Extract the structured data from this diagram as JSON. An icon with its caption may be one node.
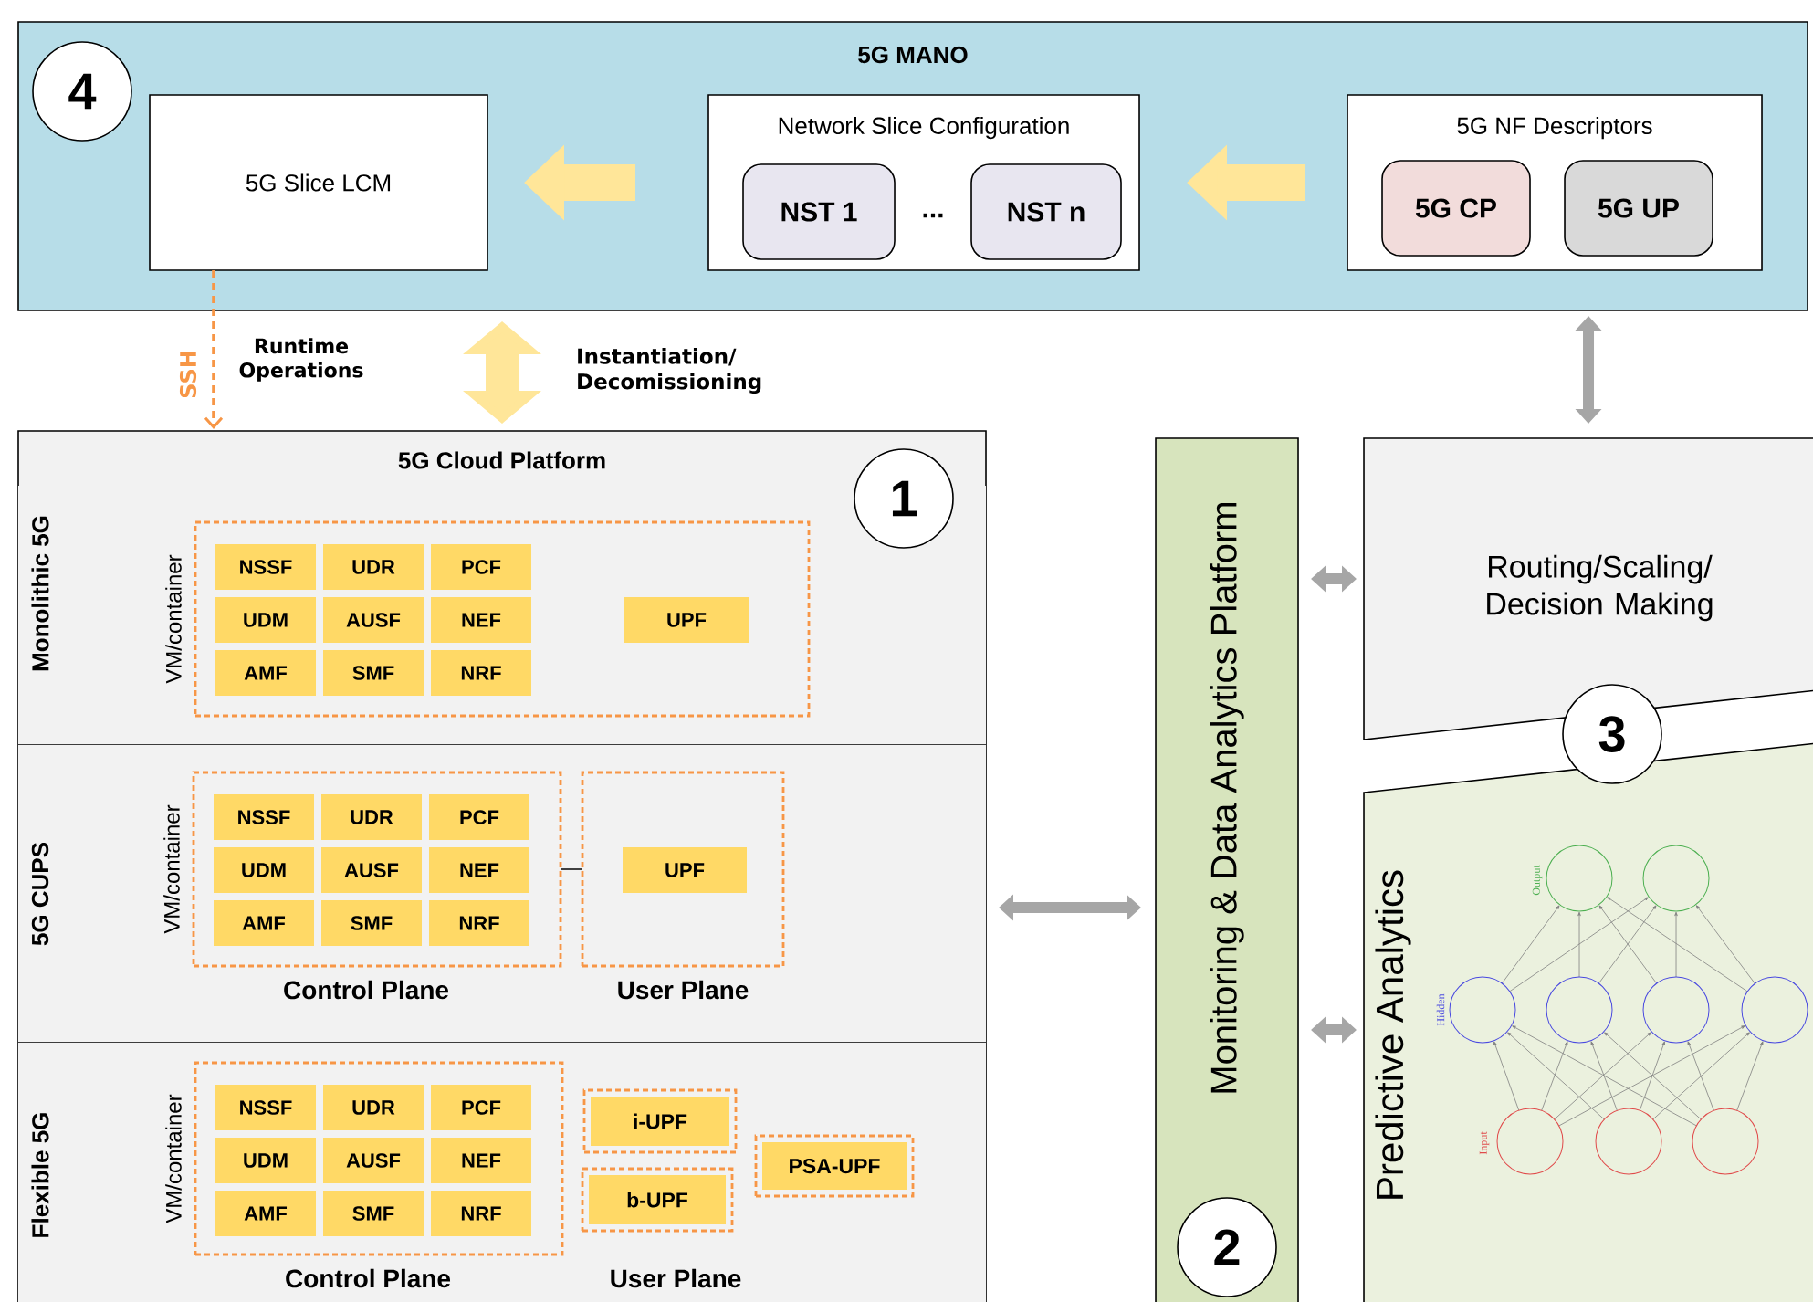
{
  "diagram": {
    "nodes": [
      {
        "text": [
          "5G MANO"
        ]
      },
      {
        "text": [
          "5G Slice LCM"
        ],
        "in": 0
      },
      {
        "text": [
          "Network Slice Configuration"
        ],
        "in": 0
      },
      {
        "text": [
          "NST 1"
        ],
        "in": 2
      },
      {
        "text": [
          "NST n"
        ],
        "in": 2
      },
      {
        "text": [
          "5G NF Descriptors"
        ],
        "in": 0
      },
      {
        "text": [
          "5G CP"
        ],
        "in": 5
      },
      {
        "text": [
          "5G UP"
        ],
        "in": 5
      },
      {
        "text": [
          "5G Cloud Platform"
        ]
      },
      {
        "text": [
          "Monolithic 5G"
        ],
        "in": 8
      },
      {
        "text": [
          "VM/container"
        ],
        "in": 9
      },
      {
        "text": [
          "NSSF"
        ],
        "in": 10
      },
      {
        "text": [
          "UDR"
        ],
        "in": 10
      },
      {
        "text": [
          "PCF"
        ],
        "in": 10
      },
      {
        "text": [
          "UDM"
        ],
        "in": 10
      },
      {
        "text": [
          "AUSF"
        ],
        "in": 10
      },
      {
        "text": [
          "NEF"
        ],
        "in": 10
      },
      {
        "text": [
          "AMF"
        ],
        "in": 10
      },
      {
        "text": [
          "SMF"
        ],
        "in": 10
      },
      {
        "text": [
          "NRF"
        ],
        "in": 10
      },
      {
        "text": [
          "UPF"
        ],
        "in": 10
      },
      {
        "text": [
          "5G CUPS"
        ],
        "in": 8
      },
      {
        "text": [
          "VM/container",
          "Control Plane"
        ],
        "in": 21
      },
      {
        "text": [
          "NSSF"
        ],
        "in": 22
      },
      {
        "text": [
          "UDR"
        ],
        "in": 22
      },
      {
        "text": [
          "PCF"
        ],
        "in": 22
      },
      {
        "text": [
          "UDM"
        ],
        "in": 22
      },
      {
        "text": [
          "AUSF"
        ],
        "in": 22
      },
      {
        "text": [
          "NEF"
        ],
        "in": 22
      },
      {
        "text": [
          "AMF"
        ],
        "in": 22
      },
      {
        "text": [
          "SMF"
        ],
        "in": 22
      },
      {
        "text": [
          "NRF"
        ],
        "in": 22
      },
      {
        "text": [
          "User Plane"
        ],
        "in": 21
      },
      {
        "text": [
          "UPF"
        ],
        "in": 32
      },
      {
        "text": [
          "Flexible 5G"
        ],
        "in": 8
      },
      {
        "text": [
          "VM/container",
          "Control Plane"
        ],
        "in": 34
      },
      {
        "text": [
          "NSSF"
        ],
        "in": 35
      },
      {
        "text": [
          "UDR"
        ],
        "in": 35
      },
      {
        "text": [
          "PCF"
        ],
        "in": 35
      },
      {
        "text": [
          "UDM"
        ],
        "in": 35
      },
      {
        "text": [
          "AUSF"
        ],
        "in": 35
      },
      {
        "text": [
          "NEF"
        ],
        "in": 35
      },
      {
        "text": [
          "AMF"
        ],
        "in": 35
      },
      {
        "text": [
          "SMF"
        ],
        "in": 35
      },
      {
        "text": [
          "NRF"
        ],
        "in": 35
      },
      {
        "text": [
          "i-UPF"
        ],
        "in": 34
      },
      {
        "text": [
          "b-UPF"
        ],
        "in": 34
      },
      {
        "text": [
          "PSA-UPF"
        ],
        "in": 34
      },
      {
        "text": [
          "Monitoring & Data Analytics Platform"
        ]
      },
      {
        "text": [
          "Routing/Scaling/ Decision Making"
        ]
      },
      {
        "text": [
          "Predictive Analytics"
        ]
      }
    ],
    "edges": [
      {
        "from": 2,
        "to": 1,
        "arrow": "to",
        "style": "thick",
        "color": "#ffe699"
      },
      {
        "from": 5,
        "to": 2,
        "arrow": "to",
        "style": "thick",
        "color": "#ffe699"
      },
      {
        "from": 1,
        "to": 8,
        "arrow": "to",
        "style": "dashed",
        "color": "#f79646",
        "label": "SSH"
      },
      {
        "from": 0,
        "to": 8,
        "arrow": "both",
        "style": "thick",
        "color": "#ffe699",
        "label": "Instantiation/ Decomissioning"
      },
      {
        "from": 0,
        "to": 49,
        "arrow": "both"
      },
      {
        "from": 8,
        "to": 48,
        "arrow": "both"
      },
      {
        "from": 48,
        "to": 49,
        "arrow": "both"
      },
      {
        "from": 48,
        "to": 50,
        "arrow": "both"
      },
      {
        "from": 22,
        "to": 32,
        "arrow": "none",
        "color": "#404040"
      }
    ],
    "labels": [
      "4",
      "...",
      "Runtime Operations",
      "1",
      "User Plane",
      "3",
      "Output",
      "Hidden",
      "Input",
      "2"
    ]
  }
}
